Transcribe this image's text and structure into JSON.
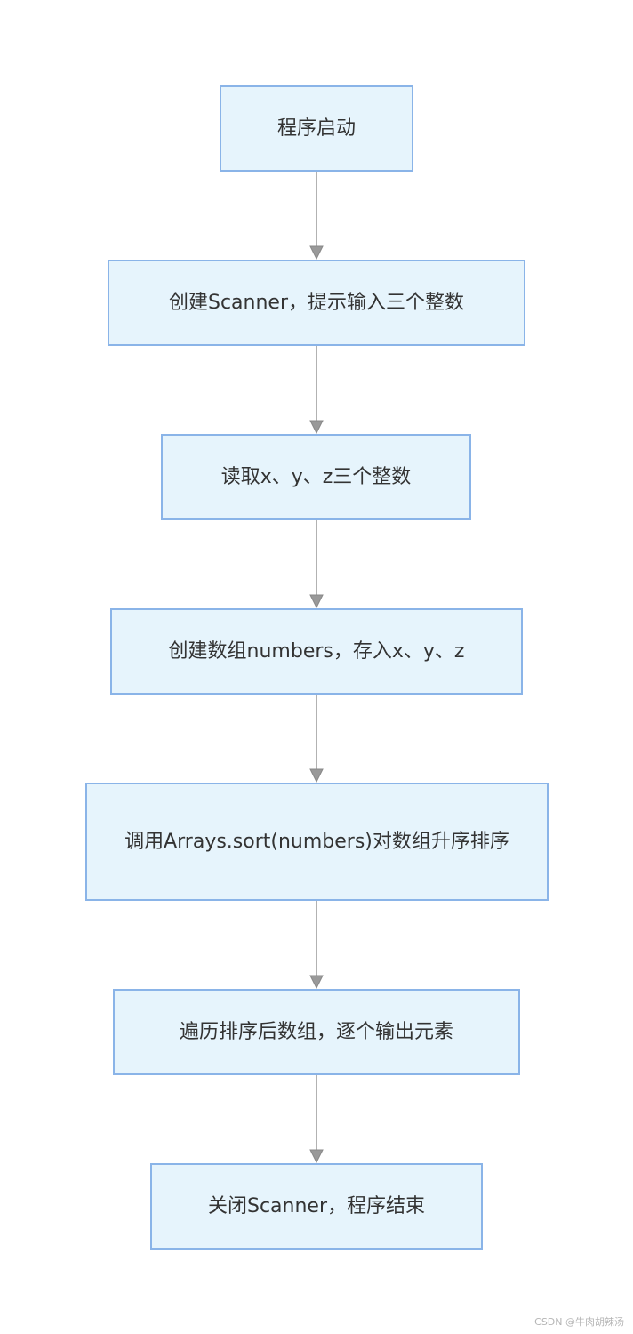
{
  "diagram": {
    "type": "flowchart",
    "direction": "top-to-bottom",
    "colors": {
      "node_fill": "#e6f4fc",
      "node_border": "#8ab4e8",
      "text": "#333333",
      "edge": "#999999"
    },
    "nodes": [
      {
        "id": "n1",
        "label": "程序启动"
      },
      {
        "id": "n2",
        "label": "创建Scanner，提示输入三个整数"
      },
      {
        "id": "n3",
        "label": "读取x、y、z三个整数"
      },
      {
        "id": "n4",
        "label": "创建数组numbers，存入x、y、z"
      },
      {
        "id": "n5",
        "label": "调用Arrays.sort(numbers)对数组升序排序"
      },
      {
        "id": "n6",
        "label": "遍历排序后数组，逐个输出元素"
      },
      {
        "id": "n7",
        "label": "关闭Scanner，程序结束"
      }
    ],
    "edges": [
      {
        "from": "n1",
        "to": "n2"
      },
      {
        "from": "n2",
        "to": "n3"
      },
      {
        "from": "n3",
        "to": "n4"
      },
      {
        "from": "n4",
        "to": "n5"
      },
      {
        "from": "n5",
        "to": "n6"
      },
      {
        "from": "n6",
        "to": "n7"
      }
    ]
  },
  "watermark": "CSDN @牛肉胡辣汤"
}
